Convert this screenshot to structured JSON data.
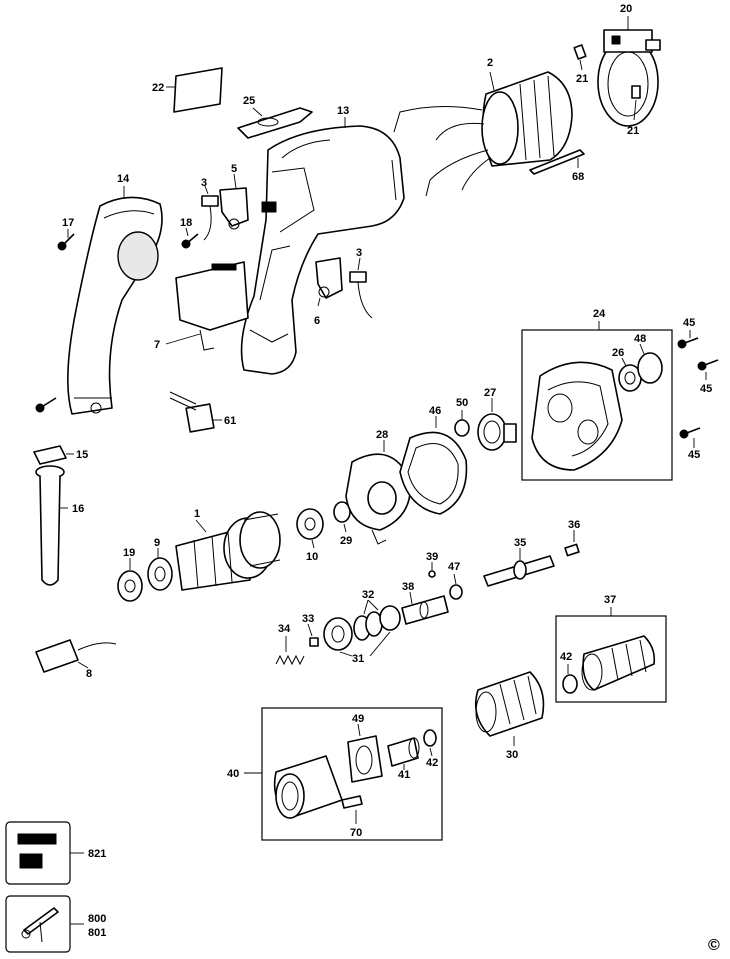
{
  "labels": {
    "p1": "1",
    "p2": "2",
    "p3a": "3",
    "p3b": "3",
    "p5": "5",
    "p6": "6",
    "p7": "7",
    "p8": "8",
    "p9": "9",
    "p10": "10",
    "p13": "13",
    "p14": "14",
    "p15": "15",
    "p16": "16",
    "p17": "17",
    "p18": "18",
    "p19": "19",
    "p20": "20",
    "p21a": "21",
    "p21b": "21",
    "p22": "22",
    "p24": "24",
    "p25": "25",
    "p26": "26",
    "p27": "27",
    "p28": "28",
    "p29": "29",
    "p30": "30",
    "p31": "31",
    "p32": "32",
    "p33": "33",
    "p34": "34",
    "p35": "35",
    "p36": "36",
    "p37": "37",
    "p38": "38",
    "p39": "39",
    "p40": "40",
    "p41": "41",
    "p42a": "42",
    "p42b": "42",
    "p45a": "45",
    "p45b": "45",
    "p45c": "45",
    "p46": "46",
    "p47": "47",
    "p48": "48",
    "p49": "49",
    "p50": "50",
    "p61": "61",
    "p68": "68",
    "p70": "70",
    "p800": "800",
    "p801": "801",
    "p821": "821"
  },
  "copyright": "©"
}
